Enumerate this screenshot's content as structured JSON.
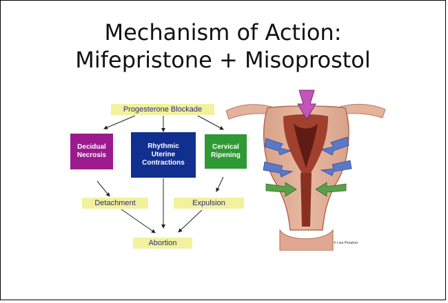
{
  "slide": {
    "title_line1": "Mechanism of Action:",
    "title_line2": "Mifepristone + Misoprostol"
  },
  "diagram": {
    "top": "Progesterone Blockade",
    "box_left": "Decidual\nNecrosis",
    "box_center": "Rhythmic\nUterine\nContractions",
    "box_right": "Cervical\nRipening",
    "mid_left": "Detachment",
    "mid_right": "Expulsion",
    "bottom": "Abortion",
    "colors": {
      "label_bg": "#f2f29e",
      "left_box": "#9b1a8e",
      "center_box": "#112f8f",
      "right_box": "#2e9a34"
    }
  },
  "illustration": {
    "credit": "© Lisa Penalver"
  }
}
